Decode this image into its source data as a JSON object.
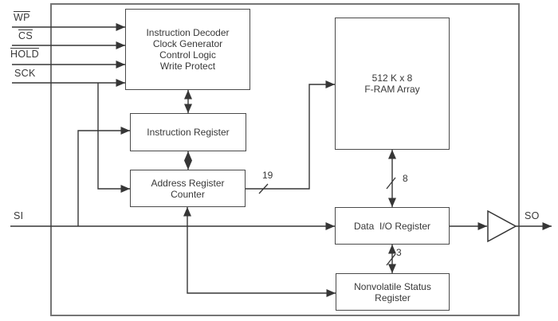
{
  "blocks": {
    "instruction_decoder": {
      "lines": [
        "Instruction Decoder",
        "Clock Generator",
        "Control Logic",
        "Write Protect"
      ]
    },
    "instruction_register": {
      "lines": [
        "Instruction Register"
      ]
    },
    "address_register_counter": {
      "lines": [
        "Address Register",
        "Counter"
      ]
    },
    "fram_array": {
      "lines": [
        "512 K x 8",
        "F-RAM Array"
      ]
    },
    "data_io_register": {
      "lines": [
        "Data  I/O Register"
      ]
    },
    "nonvolatile_status_register": {
      "lines": [
        "Nonvolatile Status",
        "Register"
      ]
    }
  },
  "pins": {
    "wp": {
      "label": "WP",
      "active_low": true
    },
    "cs": {
      "label": "CS",
      "active_low": true
    },
    "hold": {
      "label": "HOLD",
      "active_low": true
    },
    "sck": {
      "label": "SCK",
      "active_low": false
    },
    "si": {
      "label": "SI",
      "active_low": false
    },
    "so": {
      "label": "SO",
      "active_low": false
    }
  },
  "bus_widths": {
    "address_bus": "19",
    "data_bus": "8",
    "status_bus": "3"
  },
  "colors": {
    "background": "#ffffff",
    "line": "#363636",
    "box_border": "#4a4a4a",
    "outer_border": "#757575",
    "text": "#383838"
  }
}
